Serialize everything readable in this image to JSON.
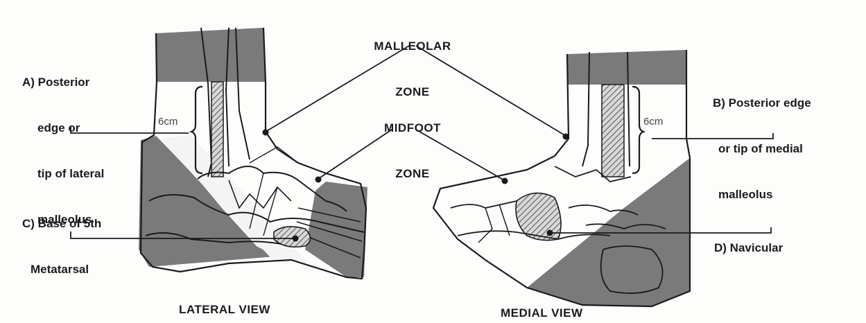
{
  "zones": {
    "malleolar_line1": "MALLEOLAR",
    "malleolar_line2": "ZONE",
    "midfoot_line1": "MIDFOOT",
    "midfoot_line2": "ZONE"
  },
  "labels": {
    "a_line1": "A) Posterior",
    "a_line2": "edge or",
    "a_line3": "tip of lateral",
    "a_line4": "malleolus",
    "b_line1": "B) Posterior edge",
    "b_line2": "or tip of medial",
    "b_line3": "malleolus",
    "c_line1": "C) Base of 5th",
    "c_line2": "Metatarsal",
    "d_line1": "D) Navicular"
  },
  "measurements": {
    "lateral": "6cm",
    "medial": "6cm"
  },
  "views": {
    "lateral": "LATERAL VIEW",
    "medial": "MEDIAL VIEW"
  },
  "colors": {
    "shade": "#7a7a7a",
    "line": "#1a1a1a",
    "background": "#fdfdfb"
  }
}
